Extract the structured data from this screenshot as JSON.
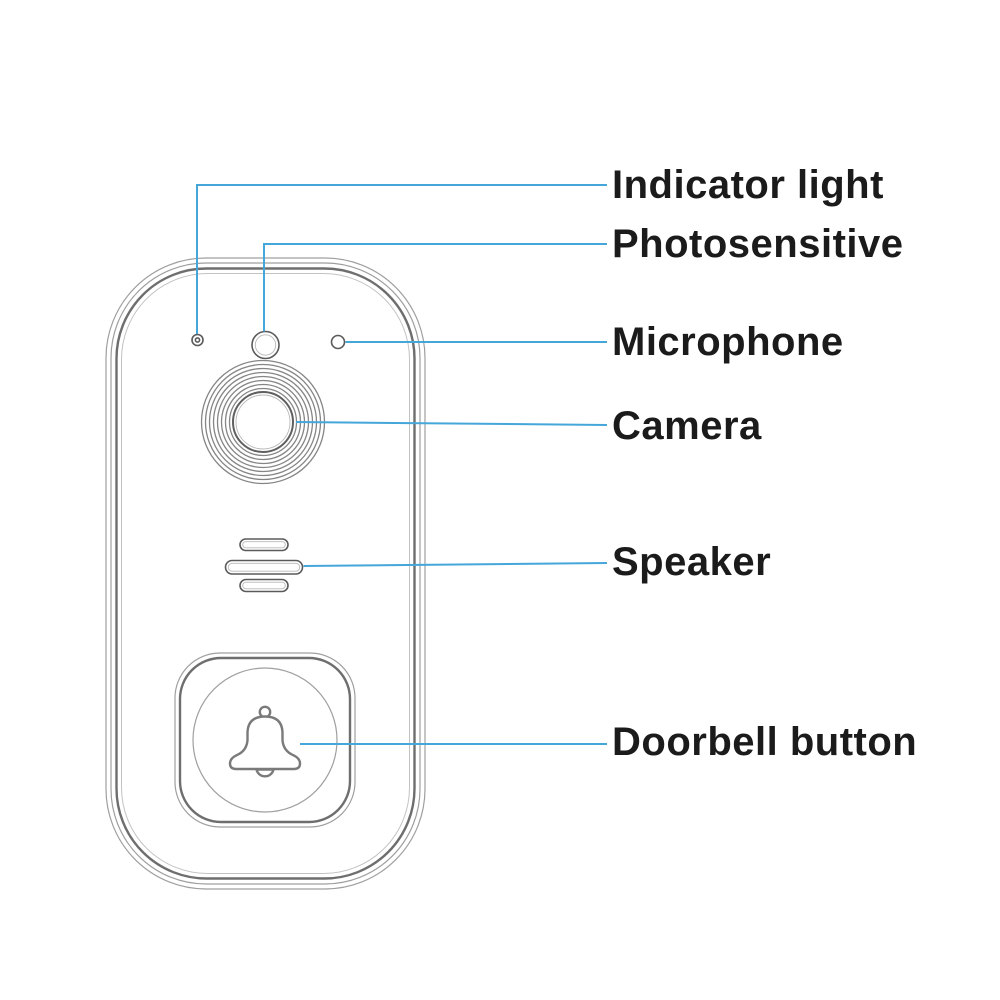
{
  "diagram": {
    "subject": "video-doorbell-front-view",
    "labels": [
      {
        "id": "indicator-light",
        "text": "Indicator light"
      },
      {
        "id": "photosensitive",
        "text": "Photosensitive"
      },
      {
        "id": "microphone",
        "text": "Microphone"
      },
      {
        "id": "camera",
        "text": "Camera"
      },
      {
        "id": "speaker",
        "text": "Speaker"
      },
      {
        "id": "doorbell-button",
        "text": "Doorbell button"
      }
    ]
  },
  "colors": {
    "leader_line": "#45a6d9",
    "label_text": "#1b1b1b",
    "canvas_bg": "#ffffff"
  }
}
